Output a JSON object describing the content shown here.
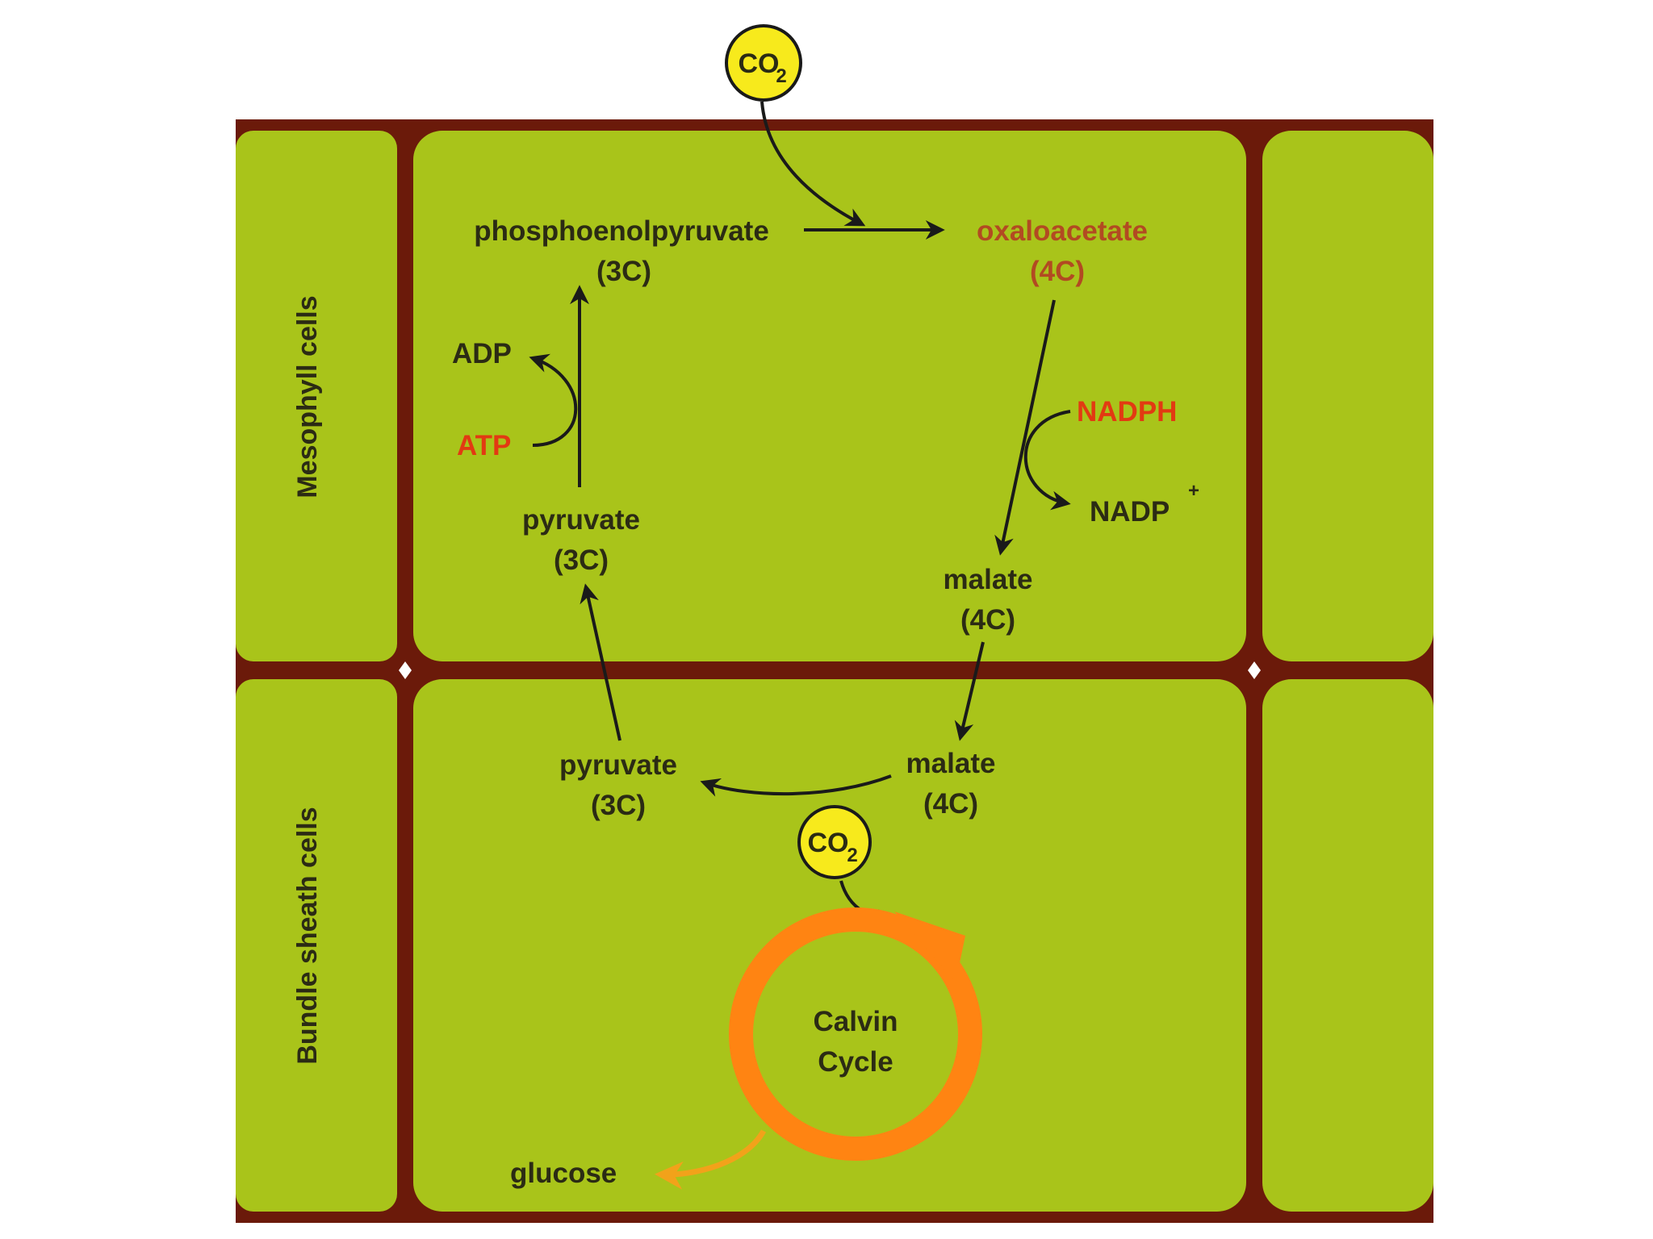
{
  "side_labels": {
    "mesophyll": "Mesophyll cells",
    "bundle_sheath": "Bundle sheath cells"
  },
  "co2": {
    "label": "CO",
    "subscript": "2"
  },
  "compounds": {
    "pep": {
      "name": "phosphoenolpyruvate",
      "carbons": "(3C)"
    },
    "oxaloacetate": {
      "name": "oxaloacetate",
      "carbons": "(4C)"
    },
    "malate_mesophyll": {
      "name": "malate",
      "carbons": "(4C)"
    },
    "pyruvate_mesophyll": {
      "name": "pyruvate",
      "carbons": "(3C)"
    },
    "malate_bundle": {
      "name": "malate",
      "carbons": "(4C)"
    },
    "pyruvate_bundle": {
      "name": "pyruvate",
      "carbons": "(3C)"
    }
  },
  "cofactors": {
    "adp": "ADP",
    "atp": "ATP",
    "nadph": "NADPH",
    "nadp": "NADP",
    "nadp_sup": "+"
  },
  "calvin": {
    "line1": "Calvin",
    "line2": "Cycle"
  },
  "product": "glucose",
  "colors": {
    "cell_fill": "#a9c41a",
    "cell_wall": "#6b1a0a",
    "co2_fill": "#f7ea1c",
    "calvin_ring": "#ff8412",
    "glucose_arrow": "#f2a21a",
    "highlight_red": "#e23a12"
  }
}
